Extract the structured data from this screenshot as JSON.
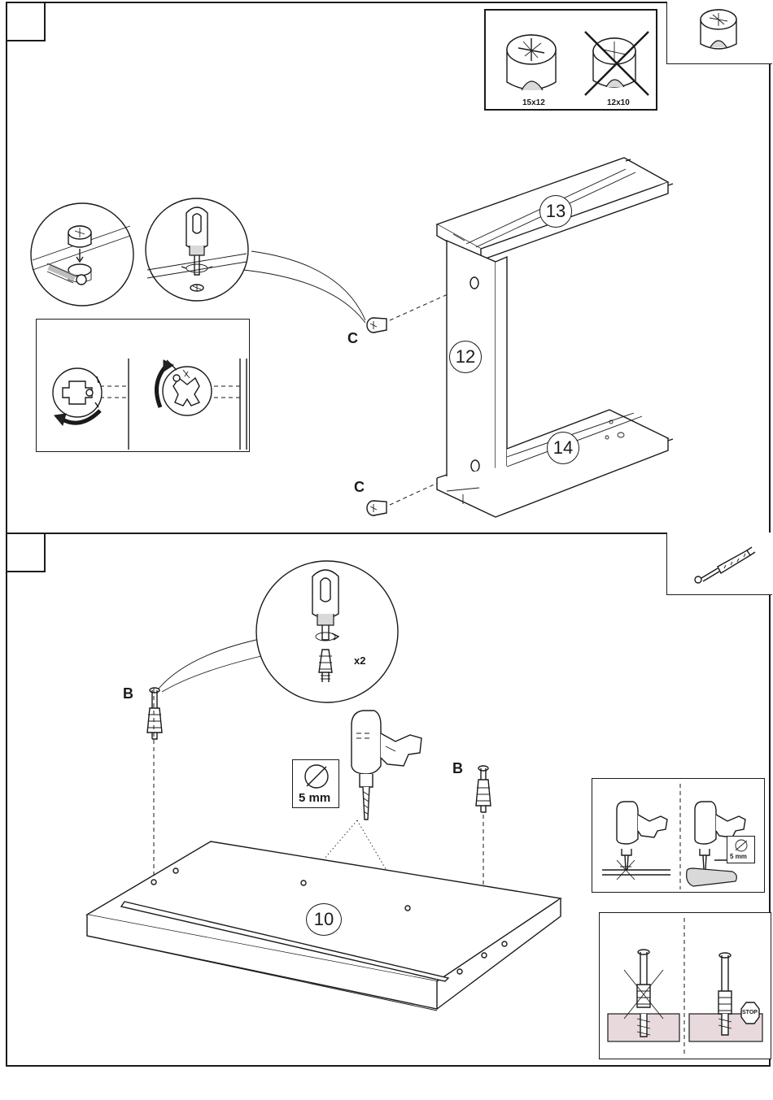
{
  "step1": {
    "step_number": "",
    "cam_ok_size": "15x12",
    "cam_wrong_size": "12x10",
    "screw_label_top": "C",
    "screw_label_bottom": "C",
    "panel_top": "13",
    "panel_side": "12",
    "panel_bottom": "14"
  },
  "step2": {
    "step_number": "",
    "dowel_label_left": "B",
    "dowel_label_right": "B",
    "quantity": "x2",
    "drill_size": "5 mm",
    "drill_size_small": "5 mm",
    "panel_main": "10",
    "stop_text": "STOP"
  },
  "colors": {
    "line": "#1a1a1a",
    "wall_fill": "#e8d9dc"
  },
  "icons": [
    "cam-lock-icon",
    "dowel-icon",
    "drill-icon",
    "screwdriver-icon",
    "rotate-arrow-icon",
    "cross-out-icon",
    "stop-sign-icon",
    "diameter-icon"
  ]
}
